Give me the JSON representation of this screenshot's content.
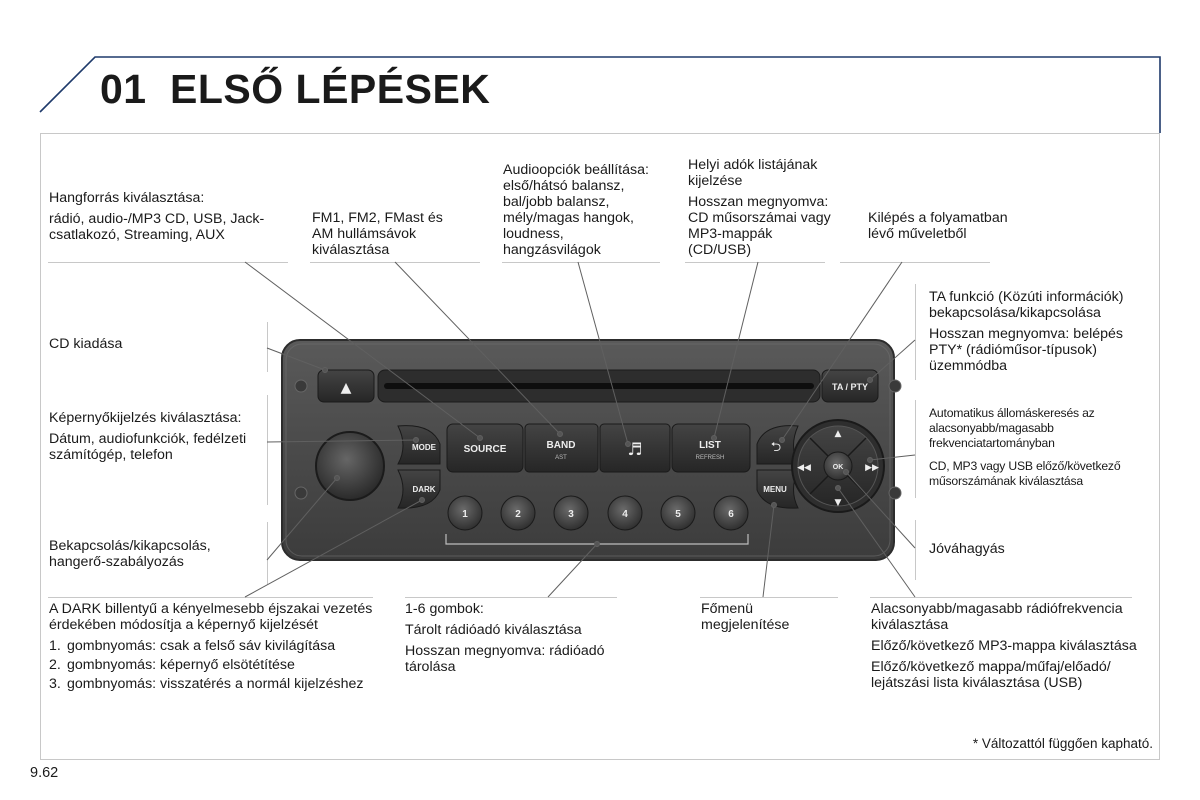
{
  "header": {
    "chapter_number": "01",
    "chapter_title": "ELSŐ LÉPÉSEK"
  },
  "radio": {
    "buttons": {
      "eject_symbol": "▲",
      "ta_pty": "TA / PTY",
      "mode": "MODE",
      "dark": "DARK",
      "source": "SOURCE",
      "band": "BAND",
      "band_sub": "AST",
      "music_symbol": "♬",
      "list": "LIST",
      "list_sub": "REFRESH",
      "back_symbol": "⮌",
      "menu": "MENU",
      "ok": "OK",
      "presets": [
        "1",
        "2",
        "3",
        "4",
        "5",
        "6"
      ],
      "nav_up": "▲",
      "nav_down": "▼",
      "nav_left": "◀◀",
      "nav_right": "▶▶"
    }
  },
  "callouts": {
    "source_select": {
      "title": "Hangforrás kiválasztása:",
      "text": "rádió, audio-/MP3 CD, USB, Jack-csatlakozó, Streaming, AUX"
    },
    "band_select": "FM1, FM2, FMast és AM hullámsávok kiválasztása",
    "audio_options": "Audioopciók beállítása: első/hátsó balansz, bal/jobb balansz, mély/magas hangok, loudness, hangzásvilágok",
    "list_button": {
      "line1": "Helyi adók listájának kijelzése",
      "line2": "Hosszan megnyomva: CD műsorszámai vagy MP3-mappák (CD/USB)"
    },
    "exit": "Kilépés a folyamatban lévő műveletből",
    "ta_pty": {
      "line1": "TA funkció (Közúti információk) bekapcsolása/kikapcsolása",
      "line2": "Hosszan megnyomva: belépés PTY* (rádióműsor-típusok) üzemmódba"
    },
    "cd_eject": "CD kiadása",
    "display_select": {
      "title": "Képernyőkijelzés kiválasztása:",
      "text": "Dátum, audiofunkciók, fedélzeti számítógép, telefon"
    },
    "auto_search": "Automatikus állomáskeresés az alacsonyabb/magasabb frekvenciatartományban",
    "track_select": "CD, MP3 vagy USB előző/következő műsorszámának kiválasztása",
    "power_volume": "Bekapcsolás/kikapcsolás, hangerő-szabályozás",
    "confirm": "Jóváhagyás",
    "dark": {
      "intro": "A DARK billentyű a kényelmesebb éjszakai vezetés érdekében módosítja a képernyő kijelzését",
      "items": [
        {
          "n": "1.",
          "text": "gombnyomás: csak a felső sáv kivilágítása"
        },
        {
          "n": "2.",
          "text": "gombnyomás: képernyő elsötétítése"
        },
        {
          "n": "3.",
          "text": "gombnyomás: visszatérés a normál kijelzéshez"
        }
      ]
    },
    "presets": {
      "line1": "1-6 gombok:",
      "line2": "Tárolt rádióadó kiválasztása",
      "line3": "Hosszan megnyomva: rádióadó tárolása"
    },
    "main_menu": "Főmenü megjelenítése",
    "frequency": {
      "line1": "Alacsonyabb/magasabb rádiófrekvencia kiválasztása",
      "line2": "Előző/következő MP3-mappa kiválasztása",
      "line3": "Előző/következő mappa/műfaj/előadó/ lejátszási lista kiválasztása (USB)"
    }
  },
  "footnote": "* Változattól függően kapható.",
  "page_number": "9.62"
}
